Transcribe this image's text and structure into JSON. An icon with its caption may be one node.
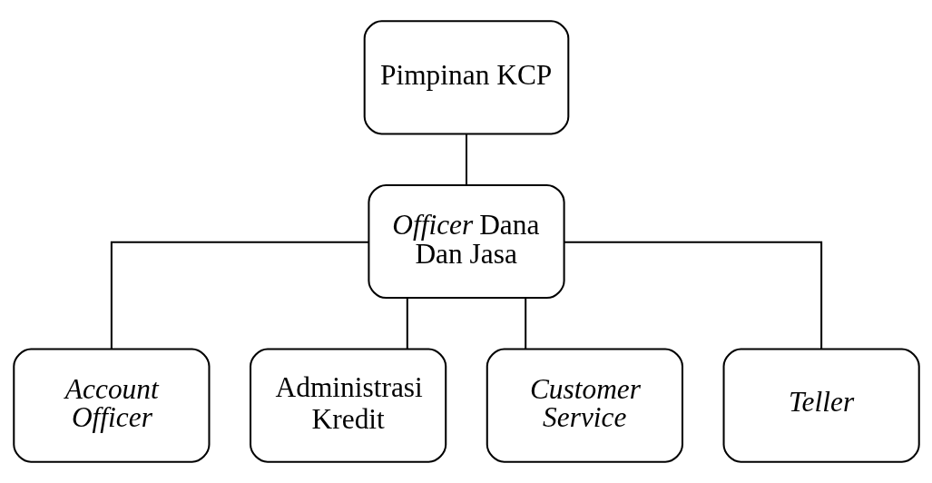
{
  "diagram": {
    "nodes": [
      {
        "text": [
          "Pimpinan KCP"
        ]
      },
      {
        "text": [
          "*Officer* Dana Dan Jasa"
        ]
      },
      {
        "text": [
          "Account Officer"
        ]
      },
      {
        "text": [
          "Administrasi Kredit"
        ]
      },
      {
        "text": [
          "Customer Service"
        ]
      },
      {
        "text": [
          "Teller"
        ]
      }
    ],
    "edges": [
      {
        "from": 0,
        "to": 1,
        "arrow": "none"
      },
      {
        "from": 1,
        "to": 2,
        "arrow": "none"
      },
      {
        "from": 1,
        "to": 3,
        "arrow": "none"
      },
      {
        "from": 1,
        "to": 4,
        "arrow": "none"
      },
      {
        "from": 1,
        "to": 5,
        "arrow": "none"
      }
    ]
  }
}
